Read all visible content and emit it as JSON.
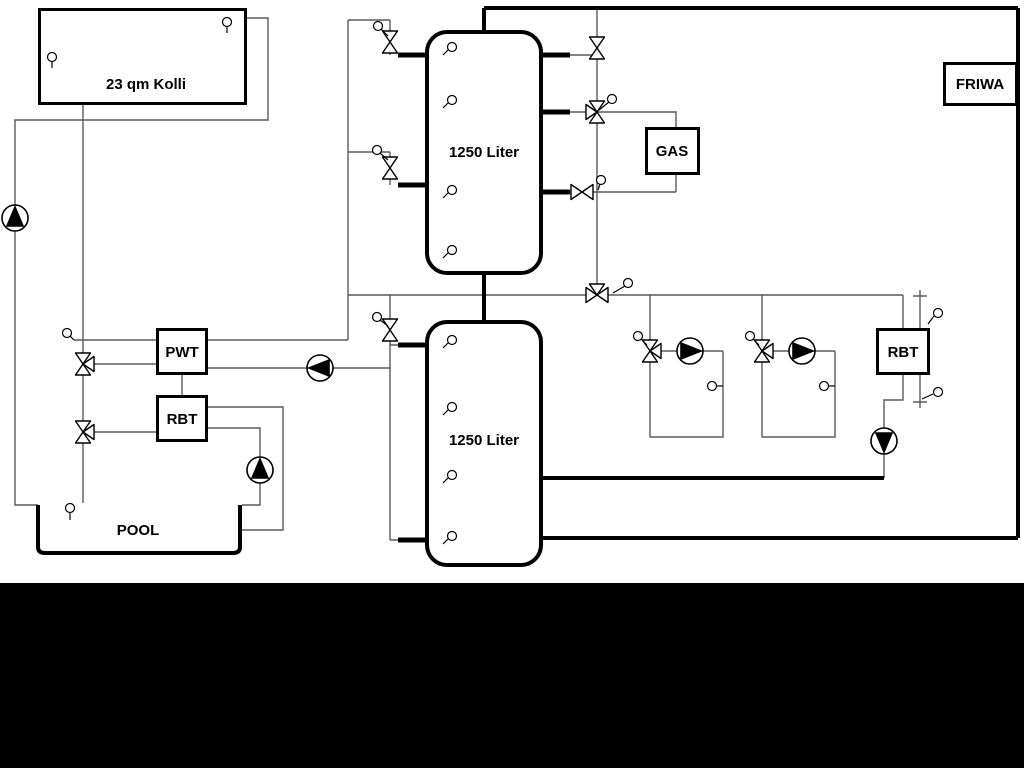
{
  "diagram": {
    "collector": {
      "label": "23 qm Kolli"
    },
    "tank_top": {
      "label": "1250 Liter"
    },
    "tank_bottom": {
      "label": "1250 Liter"
    },
    "gas_boiler": {
      "label": "GAS"
    },
    "friwa": {
      "label": "FRIWA"
    },
    "pwt": {
      "label": "PWT"
    },
    "rbt_left": {
      "label": "RBT"
    },
    "rbt_right": {
      "label": "RBT"
    },
    "pool": {
      "label": "POOL"
    },
    "colors": {
      "thin_pipe": "#5a5a5a",
      "thick_pipe": "#000000",
      "background": "#ffffff",
      "letterbox": "#000000"
    }
  }
}
